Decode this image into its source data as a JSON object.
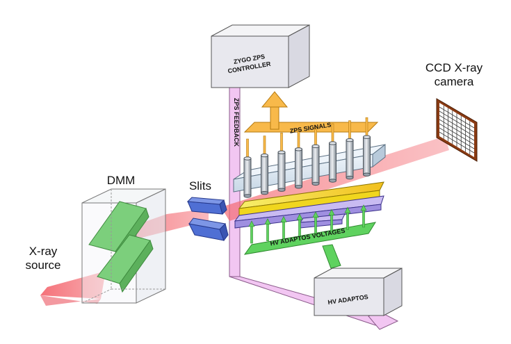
{
  "labels": {
    "xray_source_line1": "X-ray",
    "xray_source_line2": "source",
    "dmm": "DMM",
    "slits": "Slits",
    "ccd_line1": "CCD X-ray",
    "ccd_line2": "camera",
    "zygo_line1": "ZYGO ZPS",
    "zygo_line2": "CONTROLLER",
    "zps_feedback": "ZPS FEEDBACK",
    "zps_signals": "ZPS SIGNALS",
    "hv_adaptos_voltages": "HV ADAPTOS VOLTAGES",
    "hv_adaptos": "HV ADAPTOS"
  },
  "colors": {
    "beam": "#f0606a",
    "feedback": "#f2c6f2",
    "signals": "#f8b94a",
    "voltages": "#5fd25f",
    "crystal": "#7ccf7c",
    "slits": "#4f6fd4",
    "mirror": "#f5e21e",
    "camera_frame": "#8a3a12"
  },
  "icons": [
    "sensor-probe-icon",
    "arrow-up-icon",
    "arrow-right-icon"
  ]
}
